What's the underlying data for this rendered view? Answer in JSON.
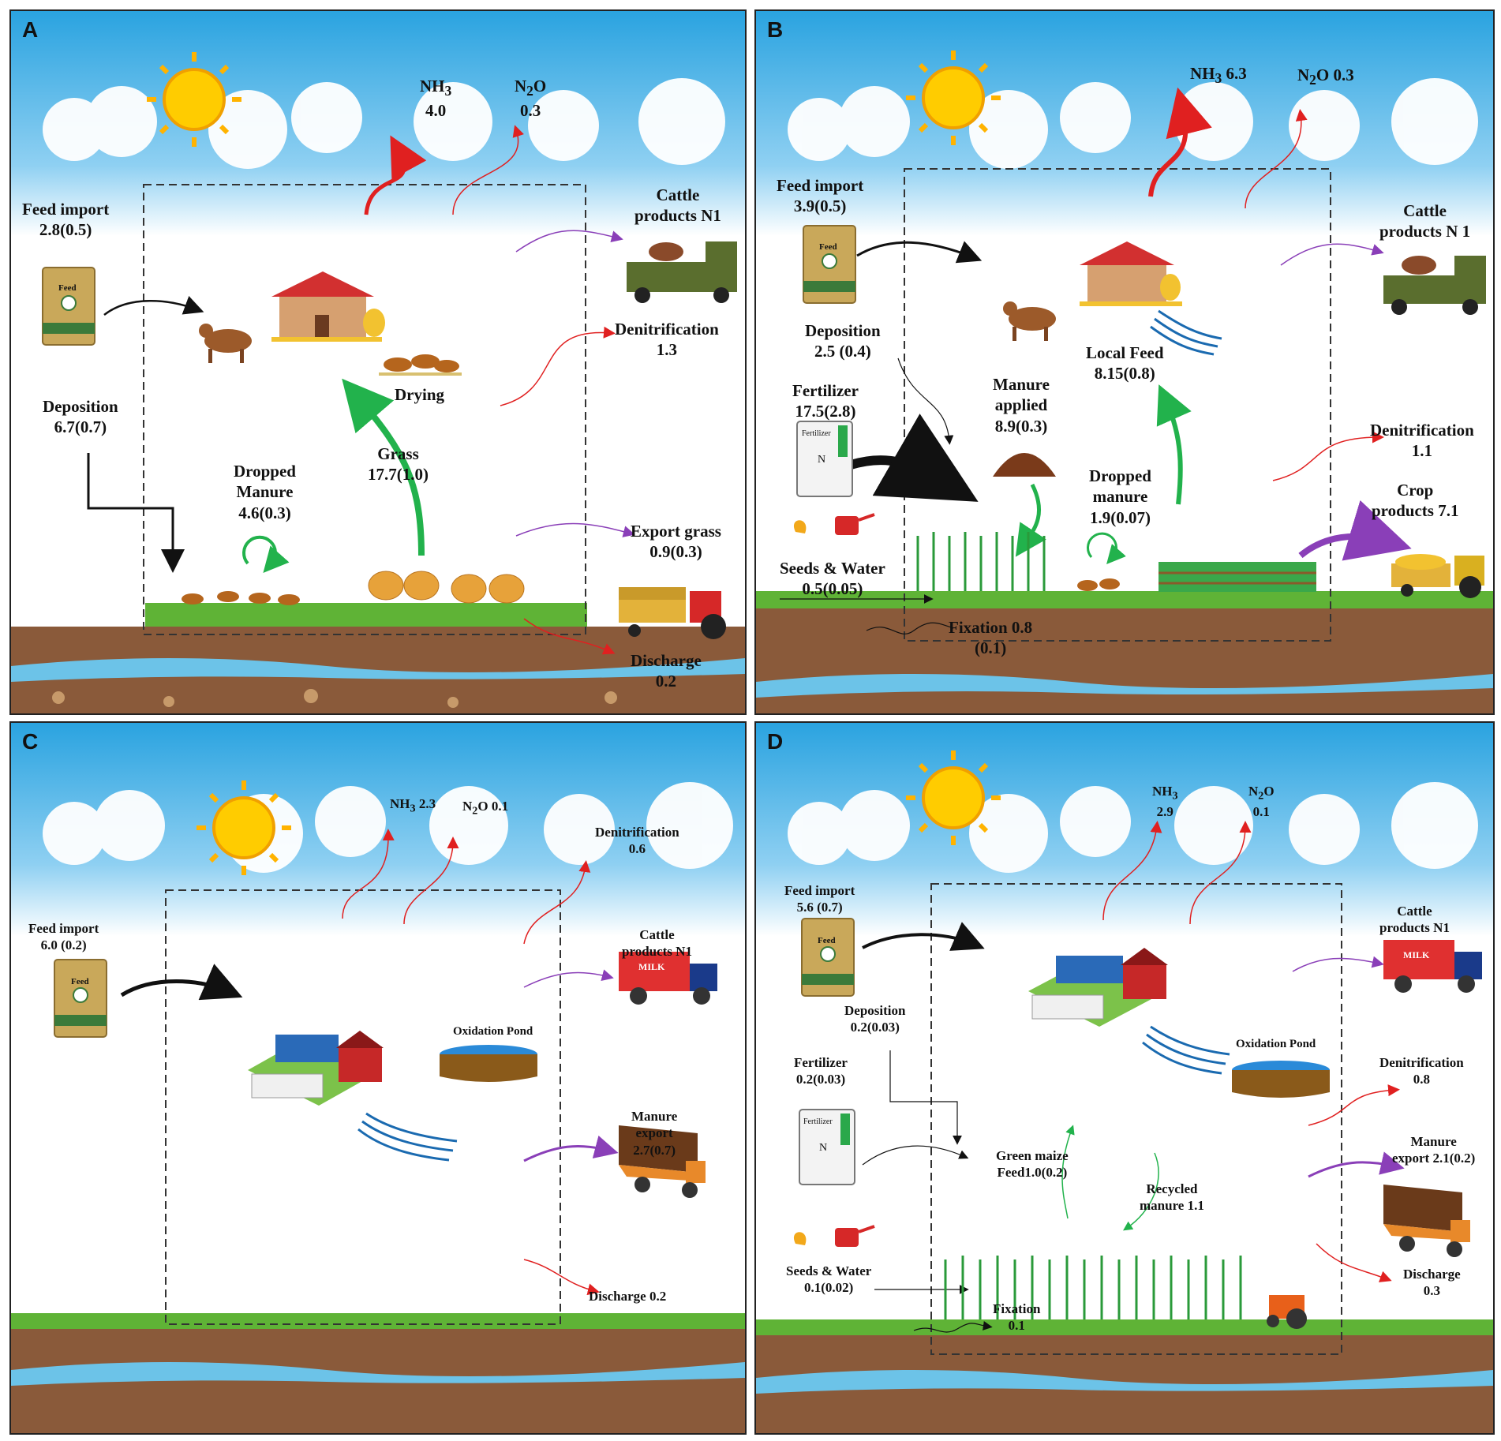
{
  "colors": {
    "sky_top": "#2aa3e0",
    "sky_bottom": "#ffffff",
    "grass": "#5fb336",
    "soil": "#7a4a2e",
    "water": "#6cc3e8",
    "ammonia_arrow": "#e02020",
    "n2o_arrow": "#e02020",
    "export_arrow": "#8a3fb8",
    "internal_flow_arrow": "#22b24c",
    "input_arrow": "#111111"
  },
  "panels": {
    "A": {
      "label": "A",
      "nh3_title": "NH",
      "nh3_sub": "3",
      "nh3_value": "4.0",
      "n2o_title": "N",
      "n2o_sub": "2",
      "n2o_o": "O",
      "n2o_value": "0.3",
      "feed_import": [
        "Feed import",
        "2.8(0.5)"
      ],
      "feed_bag_text": "Feed",
      "cattle_products": [
        "Cattle",
        "products N1"
      ],
      "denitrification": [
        "Denitrification",
        "1.3"
      ],
      "deposition": [
        "Deposition",
        "6.7(0.7)"
      ],
      "drying": "Drying",
      "grass": [
        "Grass",
        "17.7(1.0)"
      ],
      "dropped_manure": [
        "Dropped",
        "Manure",
        "4.6(0.3)"
      ],
      "export_grass": [
        "Export grass",
        "0.9(0.3)"
      ],
      "discharge": [
        "Discharge",
        "0.2"
      ]
    },
    "B": {
      "label": "B",
      "nh3_title": "NH",
      "nh3_sub": "3",
      "nh3_value": "6.3",
      "n2o_title": "N",
      "n2o_sub": "2",
      "n2o_o": "O",
      "n2o_value": "0.3",
      "feed_import": [
        "Feed import",
        "3.9(0.5)"
      ],
      "feed_bag_text": "Feed",
      "cattle_products": [
        "Cattle",
        "products N 1"
      ],
      "deposition": [
        "Deposition",
        "2.5 (0.4)"
      ],
      "local_feed": [
        "Local  Feed",
        "8.15(0.8)"
      ],
      "manure_applied": [
        "Manure",
        "applied",
        "8.9(0.3)"
      ],
      "fertilizer": [
        "Fertilizer",
        "17.5(2.8)"
      ],
      "fertilizer_bag_text": "Fertilizer",
      "fertilizer_bag_n": "N",
      "denitrification": [
        "Denitrification",
        "1.1"
      ],
      "dropped_manure": [
        "Dropped",
        "manure",
        "1.9(0.07)"
      ],
      "crop_products": [
        "Crop",
        "products 7.1"
      ],
      "seeds_water": [
        "Seeds & Water",
        "0.5(0.05)"
      ],
      "fixation": [
        "Fixation 0.8",
        "(0.1)"
      ]
    },
    "C": {
      "label": "C",
      "nh3_title": "NH",
      "nh3_sub": "3",
      "nh3_value": "2.3",
      "n2o_title": "N",
      "n2o_sub": "2",
      "n2o_o": "O",
      "n2o_value": "0.1",
      "denitrification": [
        "Denitrification",
        "0.6"
      ],
      "feed_import": [
        "Feed import",
        "6.0  (0.2)"
      ],
      "feed_bag_text": "Feed",
      "cattle_products": [
        "Cattle",
        "products N1"
      ],
      "oxidation_pond": "Oxidation Pond",
      "milk_text": "MILK",
      "manure_export": [
        "Manure",
        "export",
        "2.7(0.7)"
      ],
      "discharge": "Discharge 0.2"
    },
    "D": {
      "label": "D",
      "nh3_title": "NH",
      "nh3_sub": "3",
      "nh3_value": "2.9",
      "n2o_title": "N",
      "n2o_sub": "2",
      "n2o_o": "O",
      "n2o_value": "0.1",
      "feed_import": [
        "Feed import",
        "5.6 (0.7)"
      ],
      "feed_bag_text": "Feed",
      "cattle_products": [
        "Cattle",
        "products N1"
      ],
      "deposition": [
        "Deposition",
        "0.2(0.03)"
      ],
      "fertilizer": [
        "Fertilizer",
        "0.2(0.03)"
      ],
      "fertilizer_bag_text": "Fertilizer",
      "fertilizer_bag_n": "N",
      "oxidation_pond": "Oxidation Pond",
      "milk_text": "MILK",
      "denitrification": [
        "Denitrification",
        "0.8"
      ],
      "green_maize": [
        "Green maize",
        "Feed1.0(0.2)"
      ],
      "recycled_manure": [
        "Recycled",
        "manure 1.1"
      ],
      "manure_export": [
        "Manure",
        "export 2.1(0.2)"
      ],
      "seeds_water": [
        "Seeds & Water",
        "0.1(0.02)"
      ],
      "fixation": [
        "Fixation",
        "0.1"
      ],
      "discharge": [
        "Discharge",
        "0.3"
      ]
    }
  }
}
